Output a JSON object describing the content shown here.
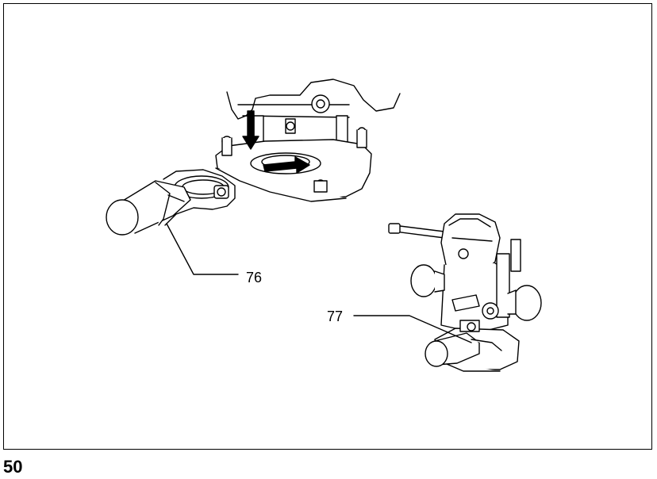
{
  "figure": {
    "callouts": [
      "76",
      "77"
    ]
  },
  "page": {
    "number": "50"
  }
}
